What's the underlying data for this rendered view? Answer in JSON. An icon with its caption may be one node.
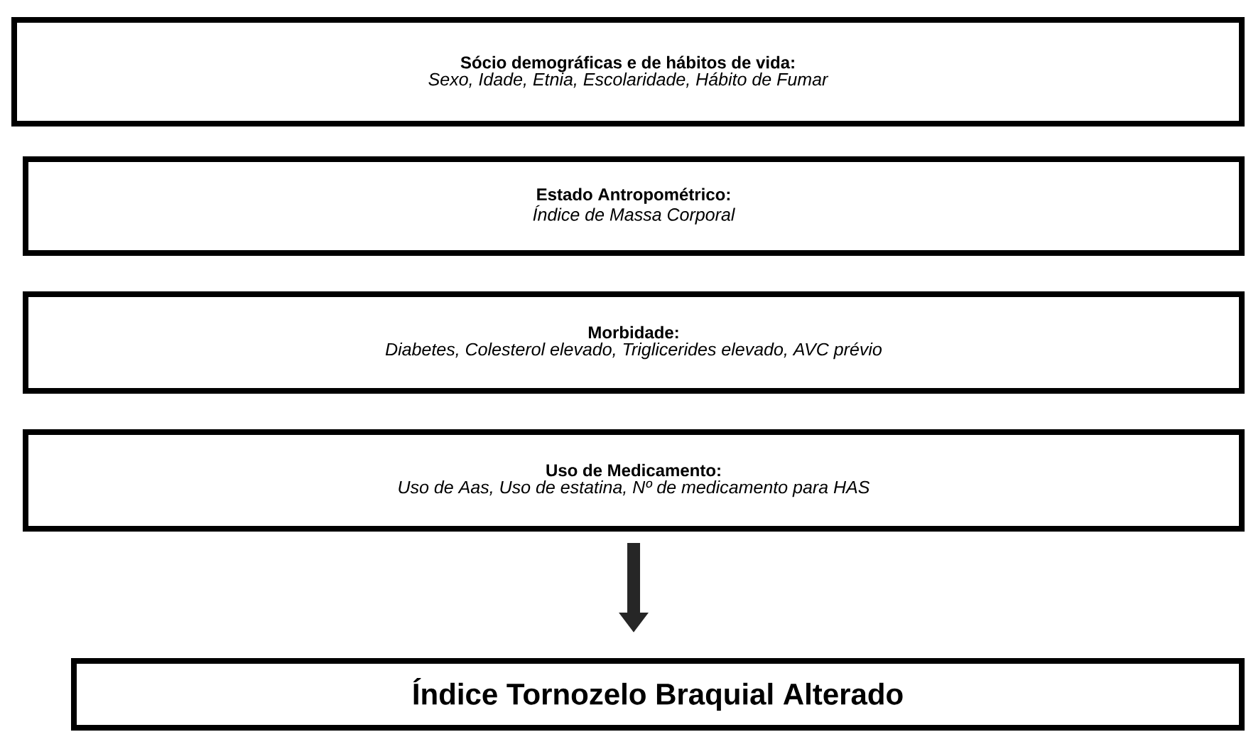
{
  "diagram": {
    "nodes": [
      {
        "text": [
          "Sócio demográficas e de hábitos de vida:",
          "Sexo, Idade, Etnia, Escolaridade, Hábito de Fumar"
        ]
      },
      {
        "text": [
          "Estado Antropométrico:",
          "Índice de Massa Corporal"
        ]
      },
      {
        "text": [
          "Morbidade:",
          "Diabetes, Colesterol elevado, Triglicerides elevado, AVC prévio"
        ]
      },
      {
        "text": [
          "Uso de Medicamento:",
          "Uso de Aas, Uso de estatina, Nº de medicamento para HAS"
        ]
      },
      {
        "text": [
          "Índice Tornozelo Braquial Alterado"
        ]
      }
    ],
    "edges": [
      {
        "from": 3,
        "to": 4,
        "arrow": "to"
      }
    ]
  }
}
